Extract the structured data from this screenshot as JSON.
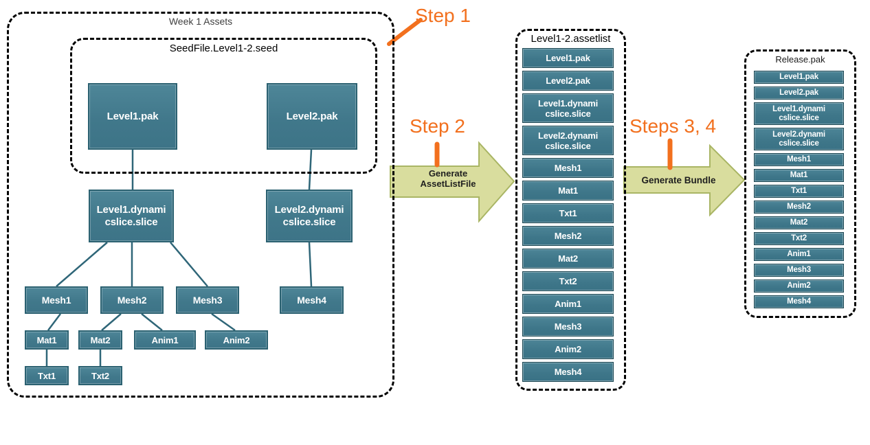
{
  "week1_group": {
    "label": "Week 1 Assets"
  },
  "seed_group": {
    "label": "SeedFile.Level1-2.seed"
  },
  "tree": {
    "level1_pak": "Level1.pak",
    "level2_pak": "Level2.pak",
    "level1_slice": "Level1.dynami\ncslice.slice",
    "level2_slice": "Level2.dynami\ncslice.slice",
    "mesh1": "Mesh1",
    "mesh2": "Mesh2",
    "mesh3": "Mesh3",
    "mesh4": "Mesh4",
    "mat1": "Mat1",
    "mat2": "Mat2",
    "anim1": "Anim1",
    "anim2": "Anim2",
    "txt1": "Txt1",
    "txt2": "Txt2"
  },
  "steps": {
    "step1": "Step 1",
    "step2": "Step 2",
    "steps34": "Steps 3, 4"
  },
  "arrow1": {
    "label": "Generate\nAssetListFile"
  },
  "arrow2": {
    "label": "Generate Bundle"
  },
  "assetlist": {
    "title": "Level1-2.assetlist",
    "items": [
      "Level1.pak",
      "Level2.pak",
      "Level1.dynami\ncslice.slice",
      "Level2.dynami\ncslice.slice",
      "Mesh1",
      "Mat1",
      "Txt1",
      "Mesh2",
      "Mat2",
      "Txt2",
      "Anim1",
      "Mesh3",
      "Anim2",
      "Mesh4"
    ]
  },
  "release": {
    "title": "Release.pak",
    "items": [
      "Level1.pak",
      "Level2.pak",
      "Level1.dynami\ncslice.slice",
      "Level2.dynami\ncslice.slice",
      "Mesh1",
      "Mat1",
      "Txt1",
      "Mesh2",
      "Mat2",
      "Txt2",
      "Anim1",
      "Mesh3",
      "Anim2",
      "Mesh4"
    ]
  },
  "colors": {
    "node_fill": "#41788b",
    "node_border": "#2b6171",
    "cell_border": "#17434f",
    "arrow_fill": "#d9dd9e",
    "arrow_border": "#a9b564",
    "accent_orange": "#f2701e",
    "connector": "#2f6678",
    "dash_border": "#000000"
  }
}
